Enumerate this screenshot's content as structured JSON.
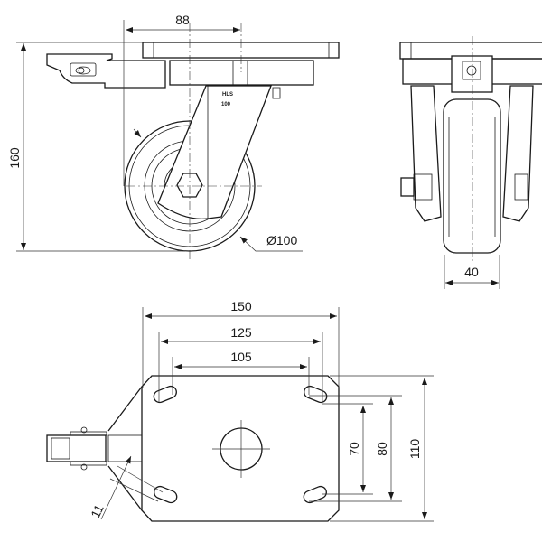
{
  "side_view": {
    "dim_offset": "88",
    "dim_height": "160",
    "dim_wheel_diameter": "Ø100",
    "fork_marking": [
      "HLS",
      "100"
    ]
  },
  "front_view": {
    "dim_wheel_width": "40"
  },
  "plan_view": {
    "dim_plate_length": "150",
    "dim_hole_spacing_outer_x": "125",
    "dim_hole_spacing_inner_x": "105",
    "dim_hole_spacing_inner_y": "70",
    "dim_hole_spacing_outer_y": "80",
    "dim_plate_width": "110",
    "dim_slot_width": "11"
  }
}
